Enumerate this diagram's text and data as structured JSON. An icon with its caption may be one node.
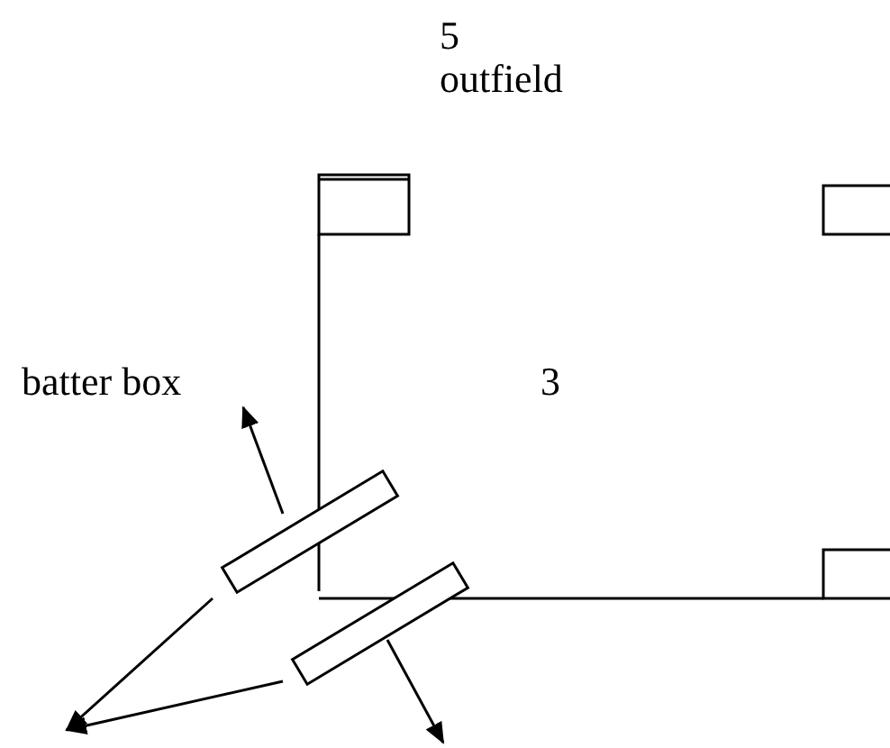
{
  "diagram": {
    "nodes": [
      {
        "text": [
          "batter box"
        ]
      },
      {
        "text": [],
        "shape": "box"
      },
      {
        "text": [],
        "shape": "box"
      }
    ],
    "edges": [
      {
        "from": 1,
        "to": 0,
        "arrow": "to"
      },
      {
        "from": 1,
        "to": null,
        "arrow": "to"
      },
      {
        "from": 2,
        "to": null,
        "arrow": "to"
      },
      {
        "from": 2,
        "to": null,
        "arrow": "to"
      }
    ],
    "labels": [
      "5",
      "outfield",
      "3"
    ]
  }
}
